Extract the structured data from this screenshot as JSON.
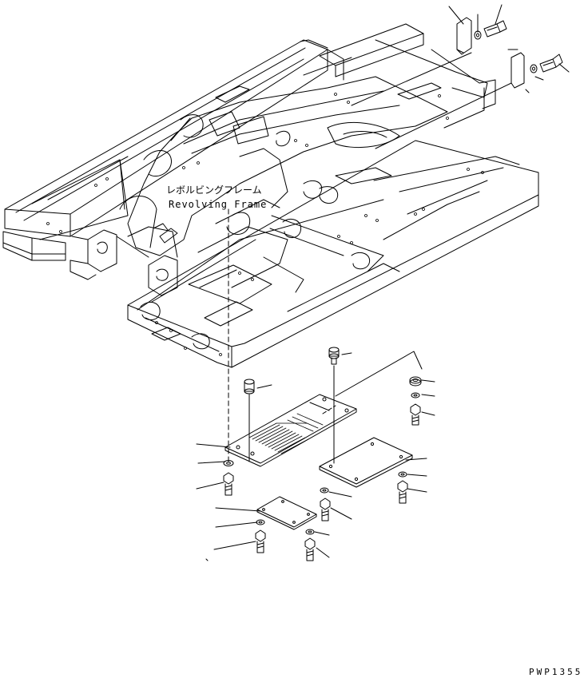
{
  "labels": {
    "jp": "レボルビングフレーム",
    "en": "Revolving Frame",
    "code": "PWP1355"
  },
  "colors": {
    "line": "#000000",
    "background": "#ffffff"
  }
}
